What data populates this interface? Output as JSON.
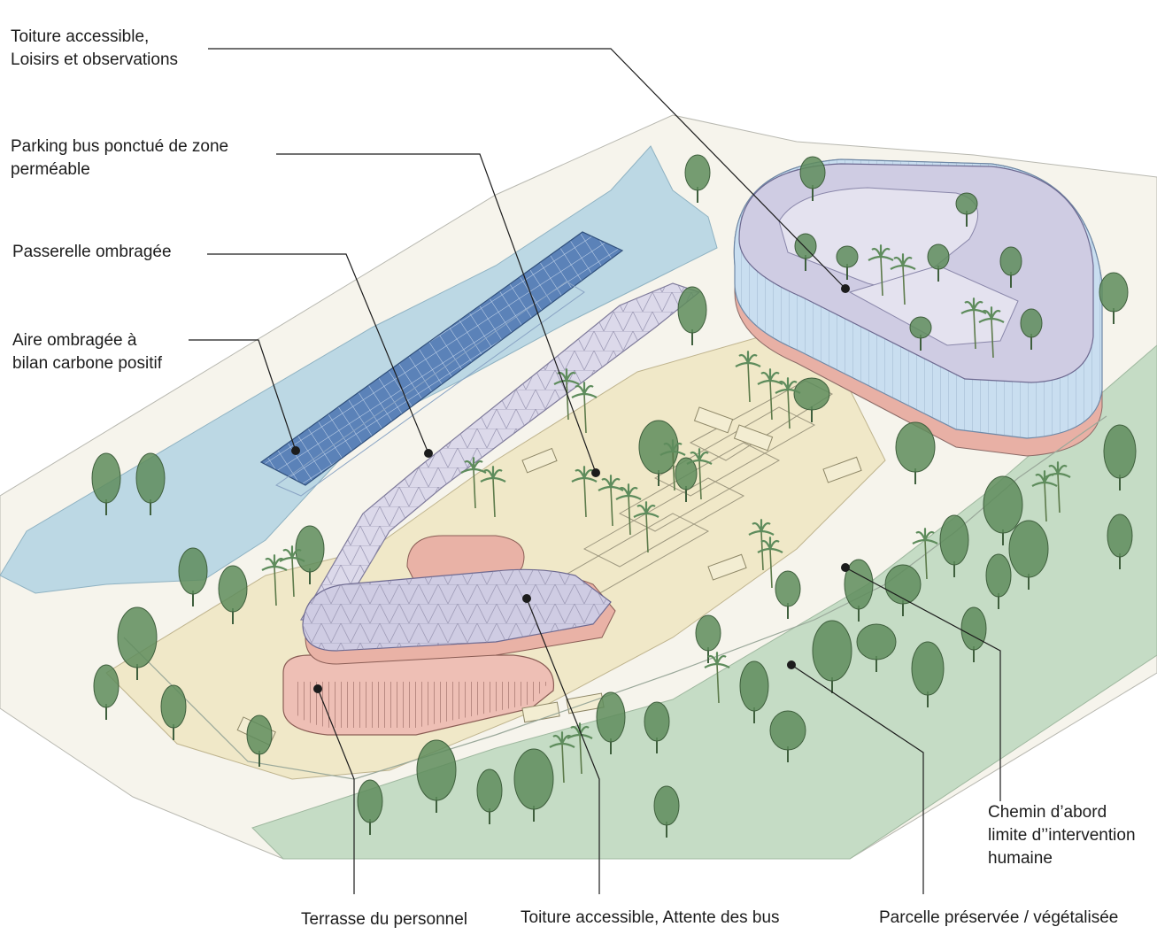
{
  "labels": {
    "toiture_loisirs": {
      "line1": "Toiture accessible,",
      "line2": "Loisirs et observations"
    },
    "parking_bus": {
      "line1": "Parking bus ponctué de zone",
      "line2": "perméable"
    },
    "passerelle": {
      "line1": "Passerelle ombragée"
    },
    "aire_ombragee": {
      "line1": "Aire ombragée à",
      "line2": "bilan carbone positif"
    },
    "chemin": {
      "line1": "Chemin d’abord",
      "line2": "limite d’’intervention",
      "line3": "humaine"
    },
    "terrasse": {
      "line1": "Terrasse du personnel"
    },
    "toiture_bus": {
      "line1": "Toiture accessible, Attente des bus"
    },
    "parcelle": {
      "line1": "Parcelle préservée / végétalisée"
    }
  },
  "colors": {
    "water": "#bcd8e4",
    "solar_panel": "#5b82b8",
    "parking": "#f0e8c8",
    "preserved_green": "#c5dcc5",
    "tree": "#5e8c5c",
    "terrace_pink": "#e9b9ad",
    "roof_lilac": "#cfcce3",
    "facade_blue": "#c9def0",
    "leader_line": "#1c1c1c"
  },
  "icons": {
    "tree": "tree-icon",
    "palm": "palm-tree-icon",
    "bus": "bus-icon",
    "callout_dot": "callout-dot-icon"
  }
}
